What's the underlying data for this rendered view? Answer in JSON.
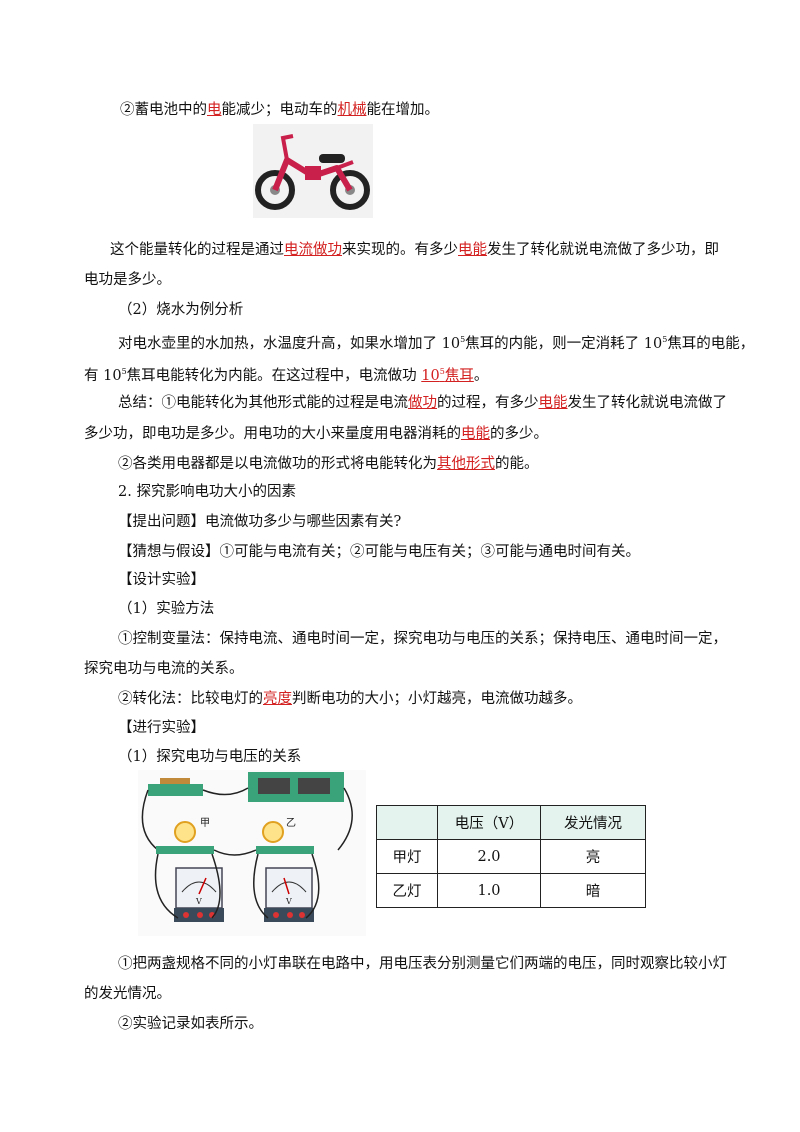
{
  "colors": {
    "highlight": "#d32020",
    "table_header_bg": "#e4f3ee"
  },
  "p1": {
    "a": "②蓄电池中的",
    "b": "电",
    "c": "能减少；电动车的",
    "d": "机械",
    "e": "能在增加。"
  },
  "p2": {
    "a": "这个能量转化的过程是通过",
    "b": "电流做功",
    "c": "来实现的。有多少",
    "d": "电能",
    "e": "发生了转化就说电流做了多少功，即"
  },
  "p2b": "电功是多少。",
  "p3": "（2）烧水为例分析",
  "p4": {
    "a": "对电水壶里的水加热，水温度升高，如果水增加了 10",
    "sup1": "5",
    "b": "焦耳的内能，则一定消耗了 10",
    "sup2": "5",
    "c": "焦耳的电能，"
  },
  "p5": {
    "a": "有 10",
    "sup1": "5",
    "b": "焦耳电能转化为内能。在这过程中，电流做功 ",
    "c": "10",
    "sup2": "5",
    "d": "焦耳",
    "e": "。"
  },
  "p6": {
    "a": "总结：①电能转化为其他形式能的过程是电流",
    "b": "做功",
    "c": "的过程，有多少",
    "d": "电能",
    "e": "发生了转化就说电流做了"
  },
  "p7": {
    "a": "多少功，即电功是多少。用电功的大小来量度用电器消耗的",
    "b": "电能",
    "c": "的多少。"
  },
  "p8": {
    "a": "②各类用电器都是以电流做功的形式将电能转化为",
    "b": "其他形式",
    "c": "的能。"
  },
  "p9": "2. 探究影响电功大小的因素",
  "p10": "【提出问题】电流做功多少与哪些因素有关?",
  "p11": "【猜想与假设】①可能与电流有关；②可能与电压有关；③可能与通电时间有关。",
  "p12": "【设计实验】",
  "p13": "（1）实验方法",
  "p14": "①控制变量法：保持电流、通电时间一定，探究电功与电压的关系；保持电压、通电时间一定，",
  "p15": "探究电功与电流的关系。",
  "p16": {
    "a": "②转化法：比较电灯的",
    "b": "亮度",
    "c": "判断电功的大小；小灯越亮，电流做功越多。"
  },
  "p17": "【进行实验】",
  "p18": "（1）探究电功与电压的关系",
  "circuit": {
    "lamp1": "甲",
    "lamp2": "乙",
    "meter_mark": "V"
  },
  "table": {
    "headers": [
      "",
      "电压（V）",
      "发光情况"
    ],
    "rows": [
      [
        "甲灯",
        "2.0",
        "亮"
      ],
      [
        "乙灯",
        "1.0",
        "暗"
      ]
    ]
  },
  "p19": "①把两盏规格不同的小灯串联在电路中，用电压表分别测量它们两端的电压，同时观察比较小灯",
  "p20": "的发光情况。",
  "p21": "②实验记录如表所示。"
}
